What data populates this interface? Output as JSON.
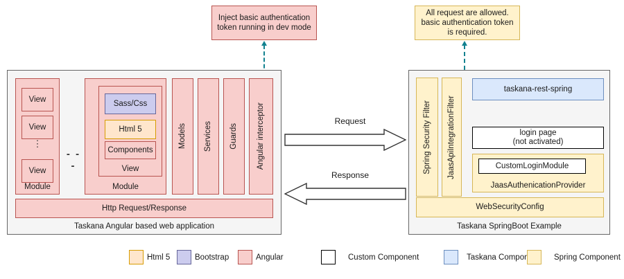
{
  "notes": {
    "angular_note": "Inject basic authentication token running in dev mode",
    "spring_note": "All request are allowed. basic authentication token is required."
  },
  "left_panel": {
    "caption": "Taskana Angular based web application",
    "module_a": {
      "label": "Module",
      "views": [
        "View",
        "View",
        "View"
      ],
      "vertical_ellipsis": "⋮"
    },
    "modules_ellipsis": "- - -",
    "module_b": {
      "label": "Module",
      "view_label": "View",
      "items": [
        {
          "label": "Sass/Css",
          "type": "bootstrap"
        },
        {
          "label": "Html 5",
          "type": "html5"
        },
        {
          "label": "Components",
          "type": "angular"
        }
      ]
    },
    "columns": [
      "Models",
      "Services",
      "Guards",
      "Angular interceptor"
    ],
    "http_bar": "Http Request/Response"
  },
  "middle": {
    "request_label": "Request",
    "response_label": "Response"
  },
  "right_panel": {
    "caption": "Taskana SpringBoot Example",
    "filters": [
      "Spring Security Filter",
      "JaasApiIntegrationFilter"
    ],
    "rest_spring": "taskana-rest-spring",
    "login_page": "login page\n(not activated)",
    "login_page_line1": "login page",
    "login_page_line2": "(not activated)",
    "jaas_provider": "JaasAuthenicationProvider",
    "custom_login_module": "CustomLoginModule",
    "web_security_config": "WebSecurityConfig"
  },
  "legend": {
    "left_group": [
      {
        "label": "Html 5",
        "fill": "#ffe6cc",
        "stroke": "#d79b00"
      },
      {
        "label": "Bootstrap",
        "fill": "#ccccee",
        "stroke": "#666699"
      },
      {
        "label": "Angular",
        "fill": "#f8cecc",
        "stroke": "#b85450"
      }
    ],
    "right_group": [
      {
        "label": "Custom Component",
        "fill": "#ffffff",
        "stroke": "#000000"
      },
      {
        "label": "Taskana Component",
        "fill": "#dae8fc",
        "stroke": "#6c8ebf"
      },
      {
        "label": "Spring Component",
        "fill": "#fff2cc",
        "stroke": "#d6b656"
      }
    ]
  },
  "colors": {
    "angular_fill": "#f8cecc",
    "angular_stroke": "#b85450",
    "spring_fill": "#fff2cc",
    "spring_stroke": "#d6b656",
    "taskana_fill": "#dae8fc",
    "taskana_stroke": "#6c8ebf",
    "bootstrap_fill": "#ccccee",
    "bootstrap_stroke": "#666699",
    "html5_fill": "#ffe6cc",
    "html5_stroke": "#d79b00",
    "panel_fill": "#f5f5f5",
    "panel_stroke": "#666666",
    "connector": "#11818f"
  }
}
